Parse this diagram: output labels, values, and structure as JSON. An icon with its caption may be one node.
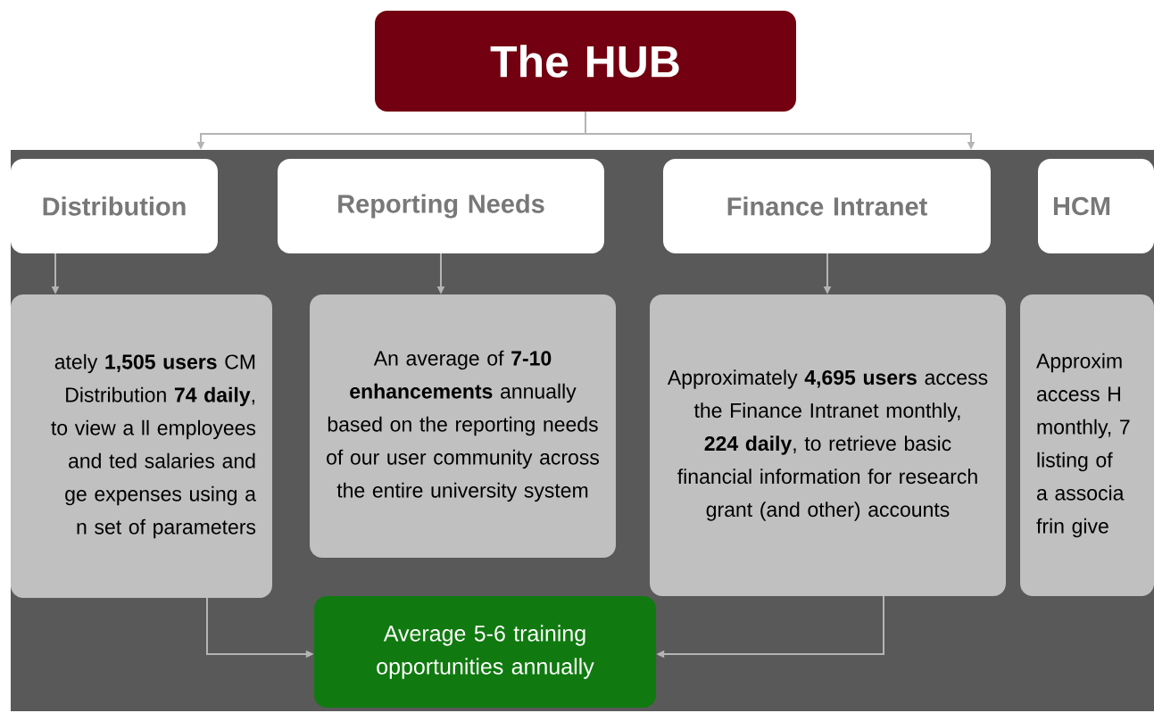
{
  "diagram": {
    "nodes": [
      {
        "text": [
          "The HUB"
        ]
      },
      {
        "text": [
          "Distribution"
        ]
      },
      {
        "text": [
          "Reporting Needs"
        ]
      },
      {
        "text": [
          "Finance Intranet"
        ]
      },
      {
        "text": [
          "HCM"
        ]
      },
      {
        "text": [
          "ately **1,505 users** CM Distribution **74 daily**, to view a ll employees and ted salaries and ge expenses using a n set of parameters"
        ]
      },
      {
        "text": [
          "An average of **7-10 enhancements** annually based on the reporting needs of our user community across the entire university system"
        ]
      },
      {
        "text": [
          "Approximately **4,695 users** access the Finance Intranet monthly, **224 daily**, to retrieve basic financial information for research grant (and other) accounts"
        ]
      },
      {
        "text": [
          "Approxim access H monthly, 7 listing of a associa frin give"
        ]
      },
      {
        "text": [
          "Average 5-6 training opportunities annually"
        ]
      }
    ],
    "edges": [
      {
        "from": 0,
        "to": 1,
        "arrow": "to"
      },
      {
        "from": 0,
        "to": 3,
        "arrow": "to"
      },
      {
        "from": 1,
        "to": 5,
        "arrow": "to"
      },
      {
        "from": 2,
        "to": 6,
        "arrow": "to"
      },
      {
        "from": 3,
        "to": 7,
        "arrow": "to"
      },
      {
        "from": 5,
        "to": 9,
        "arrow": "to"
      },
      {
        "from": 7,
        "to": 9,
        "arrow": "to"
      }
    ]
  }
}
